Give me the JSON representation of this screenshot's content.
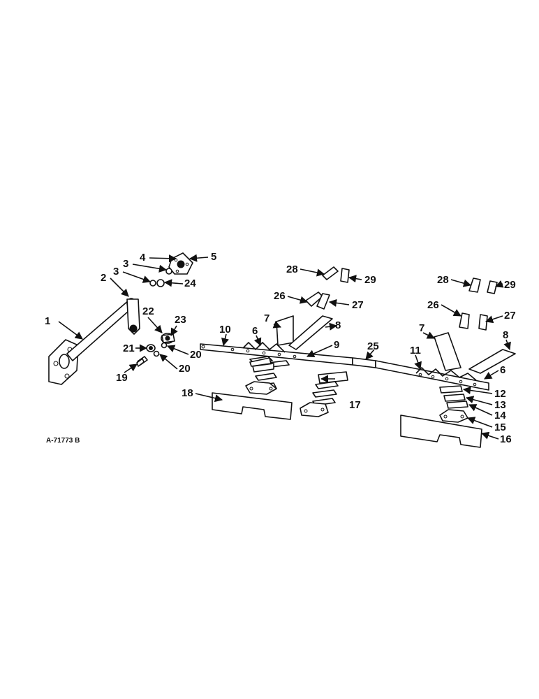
{
  "figure_ref": "A-71773 B",
  "callouts": {
    "c1": "1",
    "c2": "2",
    "c3a": "3",
    "c3b": "3",
    "c4": "4",
    "c5": "5",
    "c6a": "6",
    "c6b": "6",
    "c7a": "7",
    "c7b": "7",
    "c8a": "8",
    "c8b": "8",
    "c9": "9",
    "c10": "10",
    "c11": "11",
    "c12": "12",
    "c13": "13",
    "c14": "14",
    "c15": "15",
    "c16": "16",
    "c17": "17",
    "c18": "18",
    "c19": "19",
    "c20a": "20",
    "c20b": "20",
    "c21": "21",
    "c22": "22",
    "c23": "23",
    "c24": "24",
    "c25": "25",
    "c26a": "26",
    "c26b": "26",
    "c27a": "27",
    "c27b": "27",
    "c28a": "28",
    "c28b": "28",
    "c29a": "29",
    "c29b": "29"
  },
  "colors": {
    "ink": "#111111",
    "paper": "#ffffff"
  }
}
